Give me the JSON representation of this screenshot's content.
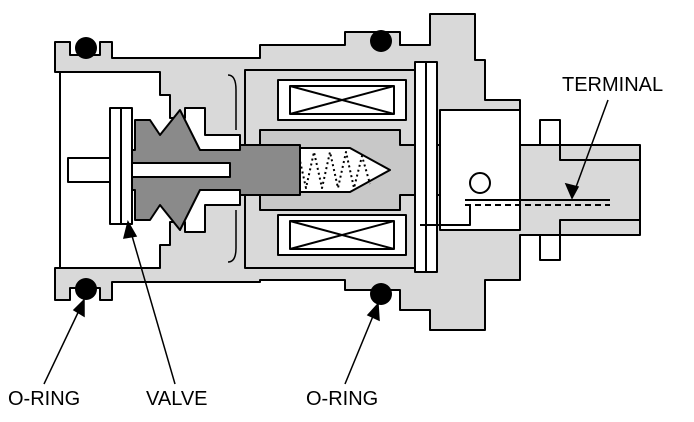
{
  "labels": {
    "terminal": "TERMINAL",
    "oring_left": "O-RING",
    "valve": "VALVE",
    "oring_right": "O-RING"
  },
  "colors": {
    "outline": "#000000",
    "housing_fill": "#d9d9d9",
    "valve_fill": "#8a8a8a",
    "background": "#ffffff"
  }
}
